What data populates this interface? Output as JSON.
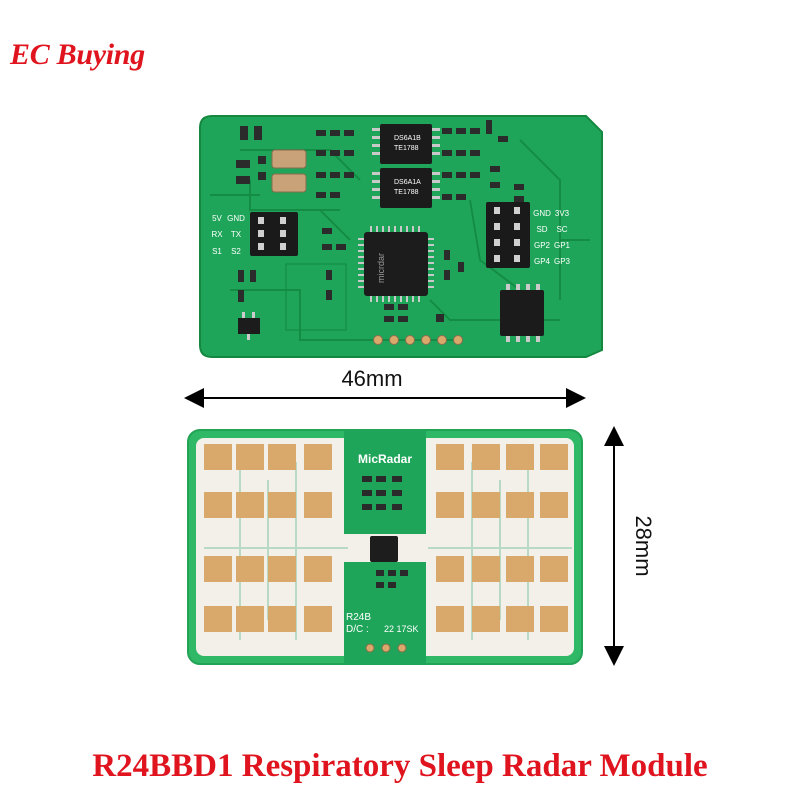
{
  "brand": {
    "text": "EC Buying"
  },
  "caption": {
    "text": "R24BBD1 Respiratory Sleep Radar Module"
  },
  "dimensions": {
    "width_label": "46mm",
    "height_label": "28mm"
  },
  "board_top": {
    "left_pin_labels": {
      "r1c1": "5V",
      "r1c2": "GND",
      "r2c1": "RX",
      "r2c2": "TX",
      "r3c1": "S1",
      "r3c2": "S2"
    },
    "right_pin_labels": {
      "r1c1": "GND",
      "r1c2": "3V3",
      "r2c1": "SD",
      "r2c2": "SC",
      "r3c1": "GP2",
      "r3c2": "GP1",
      "r4c1": "GP4",
      "r4c2": "GP3"
    },
    "mcu_text": "micrdar",
    "ic_codes": {
      "ic1_line1": "DS6A1B",
      "ic1_line2": "TE1788",
      "ic2_line1": "DS6A1A",
      "ic2_line2": "TE1788"
    }
  },
  "board_bottom": {
    "brand_label": "MicRadar",
    "model_label": "R24B",
    "dc_label": "D/C :",
    "dc_code": "22 17SK"
  },
  "colors": {
    "pcb": "#1fa559",
    "pcb_dark": "#12813f",
    "antenna": "#d9a96b",
    "accent": "#e0141e"
  }
}
